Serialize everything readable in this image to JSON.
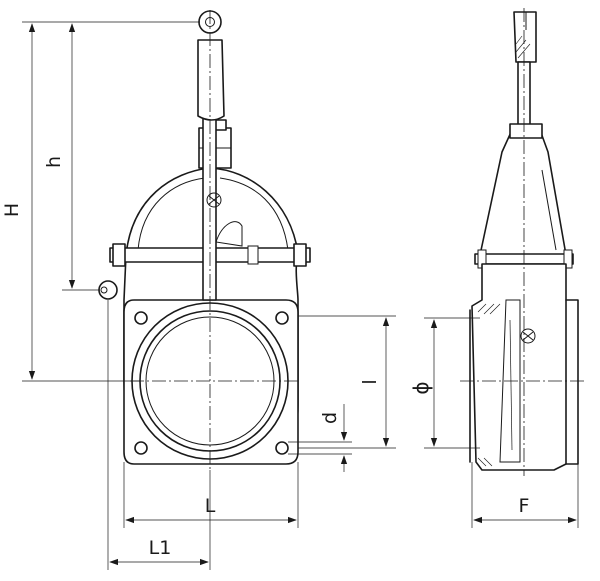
{
  "dimensions": {
    "H": "H",
    "h": "h",
    "L": "L",
    "L1": "L1",
    "l": "l",
    "d": "d",
    "phi": "ϕ",
    "F": "F"
  },
  "colors": {
    "ink": "#1a1a1a",
    "paper": "#ffffff"
  }
}
